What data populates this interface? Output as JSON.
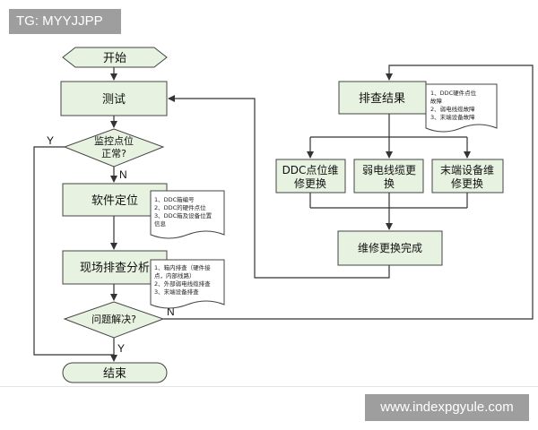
{
  "watermarks": {
    "tg": "TG: MYYJJPP",
    "site": "www.indexpgyule.com"
  },
  "colors": {
    "box_fill": "#e8f2e1",
    "stroke": "#444444",
    "line": "#333333",
    "note_fill": "#ffffff"
  },
  "nodes": {
    "start": "开始",
    "test": "测试",
    "check": [
      "监控点位",
      "正常?"
    ],
    "software": "软件定位",
    "software_note": [
      "1、DDC箱编号",
      "2、DDC的硬件点位",
      "3、DDC箱及设备位置",
      "信息"
    ],
    "field": "现场排查分析",
    "field_note": [
      "1、箱内排查（硬件接",
      "点，内部线路）",
      "2、外部弱电线缆排查",
      "3、末端设备排查"
    ],
    "solved": "问题解决?",
    "end": "结束",
    "result": "排查结果",
    "result_note": [
      "1、DDC硬件点位",
      "故障",
      "2、弱电线缆故障",
      "3、末端设备故障"
    ],
    "fix1": [
      "DDC点位维",
      "修更换"
    ],
    "fix2": [
      "弱电线缆更",
      "换"
    ],
    "fix3": [
      "末端设备维",
      "修更换"
    ],
    "done": "维修更换完成"
  },
  "edge_labels": {
    "check_yes": "Y",
    "check_no": "N",
    "solved_yes": "Y",
    "solved_no": "N"
  }
}
